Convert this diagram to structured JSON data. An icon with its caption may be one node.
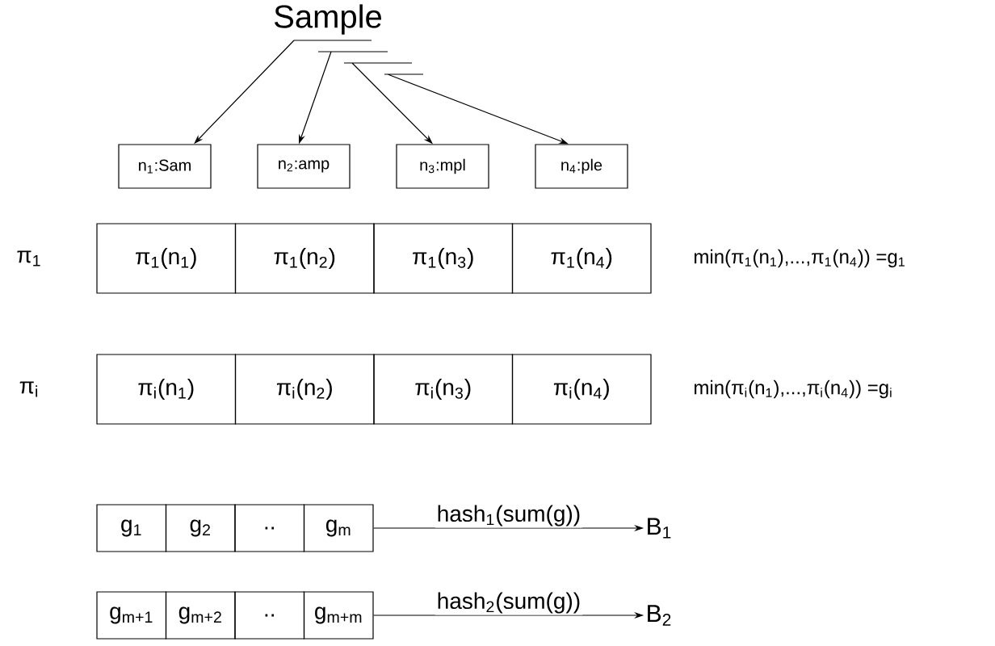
{
  "diagram": {
    "nodes": [
      {
        "text": [
          "Sample"
        ]
      },
      {
        "text": [
          "n$_{1}$:Sam"
        ]
      },
      {
        "text": [
          "n$_{2}$:amp"
        ]
      },
      {
        "text": [
          "n$_{3}$:mpl"
        ]
      },
      {
        "text": [
          "n$_{4}$:ple"
        ]
      },
      {
        "text": [
          "π$_{1}$(n$_{1}$)"
        ]
      },
      {
        "text": [
          "π$_{1}$(n$_{2}$)"
        ]
      },
      {
        "text": [
          "π$_{1}$(n$_{3}$)"
        ]
      },
      {
        "text": [
          "π$_{1}$(n$_{4}$)"
        ]
      },
      {
        "text": [
          "π$_{i}$(n$_{1}$)"
        ]
      },
      {
        "text": [
          "π$_{i}$(n$_{2}$)"
        ]
      },
      {
        "text": [
          "π$_{i}$(n$_{3}$)"
        ]
      },
      {
        "text": [
          "π$_{i}$(n$_{4}$)"
        ]
      },
      {
        "text": [
          "g$_{1}$"
        ]
      },
      {
        "text": [
          "g$_{2}$"
        ]
      },
      {
        "text": [
          ".."
        ]
      },
      {
        "text": [
          "g$_{m}$"
        ]
      },
      {
        "text": [
          "g$_{m+1}$"
        ]
      },
      {
        "text": [
          "g$_{m+2}$"
        ]
      },
      {
        "text": [
          ".."
        ]
      },
      {
        "text": [
          "g$_{m+m}$"
        ]
      },
      {
        "text": [
          "B$_{1}$"
        ]
      },
      {
        "text": [
          "B$_{2}$"
        ]
      }
    ],
    "edges": [
      {
        "from": 0,
        "to": 1,
        "arrow": "to"
      },
      {
        "from": 0,
        "to": 2,
        "arrow": "to"
      },
      {
        "from": 0,
        "to": 3,
        "arrow": "to"
      },
      {
        "from": 0,
        "to": 4,
        "arrow": "to"
      },
      {
        "from": 16,
        "to": 21,
        "arrow": "to",
        "label": "hash$_{1}$(sum(g))"
      },
      {
        "from": 20,
        "to": 22,
        "arrow": "to",
        "label": "hash$_{2}$(sum(g))"
      }
    ],
    "labels": [
      "π$_{1}$",
      "min(π$_{1}$(n$_{1}$),...,π$_{1}$(n$_{4}$)) =g$_{1}$",
      "π$_{i}$",
      "min(π$_{i}$(n$_{1}$),...,π$_{i}$(n$_{4}$)) =g$_{i}$"
    ]
  }
}
